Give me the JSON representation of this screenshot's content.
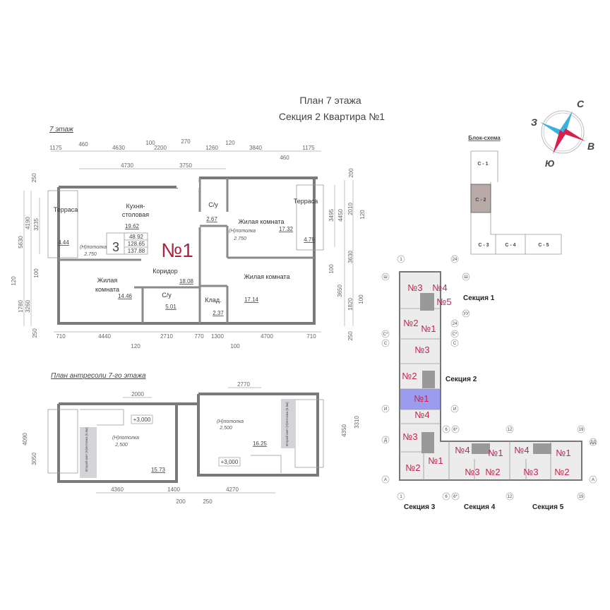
{
  "title": {
    "line1": "План 7 этажа",
    "line2": "Секция 2   Квартира №1"
  },
  "floor_label": "7 этаж",
  "mezzanine_label": "План антресоли 7-го этажа",
  "apartment": {
    "number": "№1",
    "rooms": "3",
    "living_area": "48.92",
    "total_area": "128.65",
    "area_with_terraces": "137.88"
  },
  "rooms": {
    "terrace_left": {
      "label": "Терраса",
      "area": "4.44"
    },
    "kitchen": {
      "label1": "Кухня-",
      "label2": "столовая",
      "area": "19.62"
    },
    "bath_upper": {
      "label": "С/у",
      "area": "2.67"
    },
    "bedroom_upper": {
      "label": "Жилая комната",
      "area": "17.32"
    },
    "terrace_right": {
      "label": "Терраса",
      "area": "4.79"
    },
    "corridor": {
      "label": "Коридор",
      "area": "18.08"
    },
    "living_left": {
      "label1": "Жилая",
      "label2": "комната",
      "area": "14.46"
    },
    "bath_lower": {
      "label": "С/у",
      "area": "5.01"
    },
    "storage": {
      "label": "Клад.",
      "area": "2.37"
    },
    "bedroom_right": {
      "label": "Жилая комната",
      "area": "17.14"
    },
    "ceiling_label": "(Н)потолка",
    "ceiling_height": "2.750"
  },
  "dims_top1": [
    "1175",
    "460",
    "4630",
    "100",
    "2200",
    "270",
    "1260",
    "120",
    "3840",
    "460",
    "1175"
  ],
  "dims_top2": [
    "4730",
    "3750"
  ],
  "dims_bottom1": [
    "710",
    "4440",
    "2710",
    "770",
    "1300",
    "4700",
    "710"
  ],
  "dims_bottom2": [
    "120",
    "100"
  ],
  "dims_left": [
    "250",
    "5630",
    "4190",
    "3235",
    "120",
    "100",
    "1780",
    "3260",
    "250"
  ],
  "dims_right": [
    "200",
    "2010",
    "120",
    "3495",
    "4450",
    "3630",
    "100",
    "3650",
    "1820",
    "100",
    "250"
  ],
  "mezzanine": {
    "ceiling_label": "(Н)потолка",
    "ceiling_height": "2,500",
    "level": "+3,000",
    "area_left": "15.73",
    "area_right": "16.25",
    "second_light": "Второй свет (Н)потолка (5.5м)",
    "dims": [
      "2000",
      "2770",
      "4090",
      "3050",
      "3310",
      "4350",
      "4360",
      "1400",
      "4270",
      "200",
      "250"
    ]
  },
  "block_scheme": {
    "title": "Блок-схема",
    "sections": [
      "С - 1",
      "С - 2",
      "С - 3",
      "С - 4",
      "С - 5"
    ],
    "highlight": "С - 2",
    "highlight_color": "#b8aaa6"
  },
  "compass": {
    "n": "С",
    "s": "Ю",
    "w": "З",
    "e": "В",
    "colors": {
      "blue": "#3ab0e0",
      "red": "#d8204a"
    }
  },
  "site_plan": {
    "sections": [
      "Секция 1",
      "Секция 2",
      "Секция 3",
      "Секция 4",
      "Секция 5"
    ],
    "apartments": [
      "№3",
      "№4",
      "№5",
      "№2",
      "№1",
      "№3",
      "№2",
      "№1",
      "№4",
      "№3",
      "№2",
      "№1",
      "№4",
      "№1",
      "№4",
      "№1",
      "№3",
      "№2",
      "№3",
      "№2"
    ],
    "highlight_color": "#9b9bf0",
    "axes": [
      "1",
      "24",
      "Ш",
      "Ш",
      "УУ",
      "24",
      "С*",
      "С*",
      "С",
      "С",
      "И",
      "И",
      "Д",
      "6",
      "6*",
      "12",
      "19",
      "ДД",
      "А",
      "А",
      "1",
      "6",
      "6*",
      "12",
      "19"
    ]
  }
}
